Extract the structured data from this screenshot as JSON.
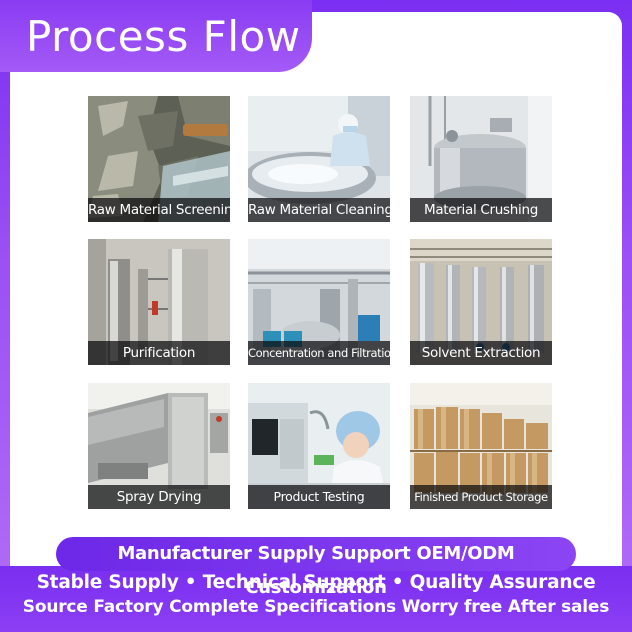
{
  "header": {
    "title": "Process Flow"
  },
  "steps": [
    {
      "label": "Raw Material Screening"
    },
    {
      "label": "Raw Material Cleaning"
    },
    {
      "label": "Material Crushing"
    },
    {
      "label": "Purification"
    },
    {
      "label": "Concentration and Filtration"
    },
    {
      "label": "Solvent Extraction"
    },
    {
      "label": "Spray Drying"
    },
    {
      "label": "Product Testing"
    },
    {
      "label": "Finished Product Storage"
    }
  ],
  "banner": {
    "text": "Manufacturer Supply Support OEM/ODM Customization"
  },
  "footer": {
    "line1": "Stable Supply • Technical Support • Quality Assurance",
    "line2": "Source Factory Complete Specifications Worry free After sales"
  },
  "colors": {
    "accent": "#7b2ff2",
    "caption_bg": "#141416",
    "card_bg": "#ffffff"
  }
}
